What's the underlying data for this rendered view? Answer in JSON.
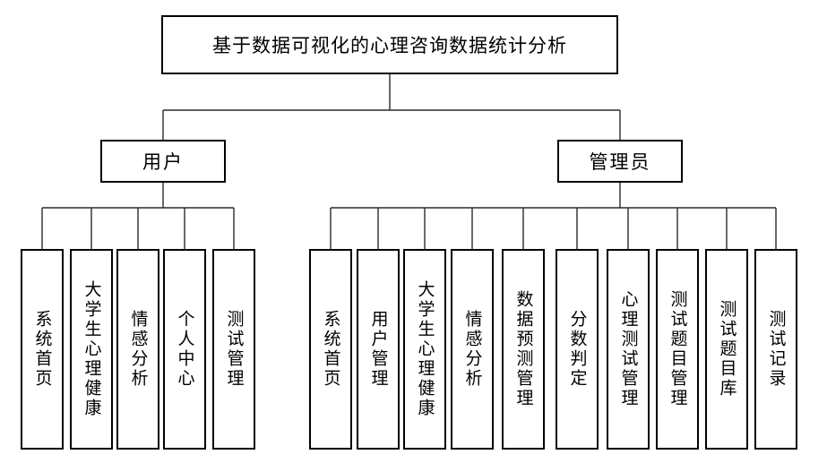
{
  "diagram": {
    "title": "基于数据可视化的心理咨询数据统计分析",
    "colors": {
      "background": "#ffffff",
      "box_border": "#000000",
      "line": "#2a2a2a",
      "text": "#000000"
    },
    "tree": {
      "root": "基于数据可视化的心理咨询数据统计分析",
      "branches": [
        {
          "label": "用户",
          "children": [
            "系统首页",
            "大学生心理健康",
            "情感分析",
            "个人中心",
            "测试管理"
          ]
        },
        {
          "label": "管理员",
          "children": [
            "系统首页",
            "用户管理",
            "大学生心理健康",
            "情感分析",
            "数据预测管理",
            "分数判定",
            "心理测试管理",
            "测试题目管理",
            "测试题目库",
            "测试记录"
          ]
        }
      ]
    }
  }
}
